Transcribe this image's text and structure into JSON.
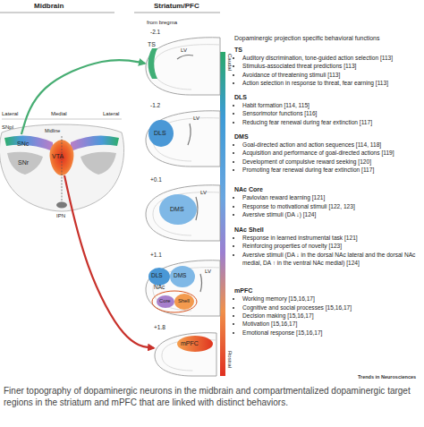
{
  "diagram": {
    "caption": "Finer topography of dopaminergic neurons in the midbrain and compartmentalized dopaminergic target regions in the striatum and mPFC that are linked with distinct behaviors.",
    "nodes": [
      {
        "text": [
          "SNc"
        ]
      },
      {
        "text": [
          "VTA"
        ]
      },
      {
        "text": [
          "SNr"
        ]
      },
      {
        "text": [
          "-2.1"
        ]
      },
      {
        "text": [
          "TS"
        ],
        "in": 3
      },
      {
        "text": [
          "-1.2"
        ]
      },
      {
        "text": [
          "DLS"
        ],
        "in": 5
      },
      {
        "text": [
          "+0.1"
        ]
      },
      {
        "text": [
          "DMS"
        ],
        "in": 7
      },
      {
        "text": [
          "+1.1"
        ]
      },
      {
        "text": [
          "DLS"
        ],
        "in": 9
      },
      {
        "text": [
          "DMS"
        ],
        "in": 9
      },
      {
        "text": [
          "NAc"
        ],
        "in": 9
      },
      {
        "text": [
          "Core"
        ],
        "in": 12
      },
      {
        "text": [
          "Shell"
        ],
        "in": 12
      },
      {
        "text": [
          "+1.8"
        ]
      },
      {
        "text": [
          "mPFC"
        ],
        "in": 15
      }
    ],
    "edges": [
      {
        "from": 0,
        "to": 3,
        "arrow": "to"
      },
      {
        "from": 1,
        "to": 15,
        "arrow": "to"
      }
    ],
    "labels": [
      "Midbrain",
      "Striatum/PFC",
      "Lateral",
      "Medial",
      "Lateral",
      "SNpl",
      "Midline",
      "IPN",
      "from bregma",
      "LV",
      "LV",
      "LV",
      "LV",
      "Caudal",
      "Rostral",
      "Dopaminergic projection specific behavioral functions",
      "TS",
      "Auditory discrimination, tone-guided action selection [113]",
      "Stimulus-associated threat predictions [113]",
      "Avoidance of threatening stimuli [113]",
      "Action selection in response to threat, fear earning [113]",
      "DLS",
      "Habit formation [114, 115]",
      "Sensorimotor functions [116]",
      "Reducing fear renewal during fear extinction [117]",
      "DMS",
      "Goal-directed action and action sequences [114, 118]",
      "Acquisition and performance of goal-directed actions [119]",
      "Development of compulsive reward seeking [120]",
      "Promoting fear renewal during fear extinction [117]",
      "NAc Core",
      "Pavlovian reward learning [121]",
      "Response to motivational stimuli [122, 123]",
      "Aversive stimuli (DA ↓) [124]",
      "NAc Shell",
      "Response in learned instrumental task [121]",
      "Reinforcing properties of novelty [123]",
      "Aversive stimuli (DA ↓ in the dorsal NAc lateral and the dorsal NAc medial, DA ↑ in the ventral NAc medial) [124]",
      "mPFC",
      "Working memory [15,16,17]",
      "Cognitive and social processes [15,16,17]",
      "Decision making [15,16,17]",
      "Motivation [15,16,17]",
      "Emotional response [15,16,17]",
      "Trends in Neurosciences"
    ]
  }
}
